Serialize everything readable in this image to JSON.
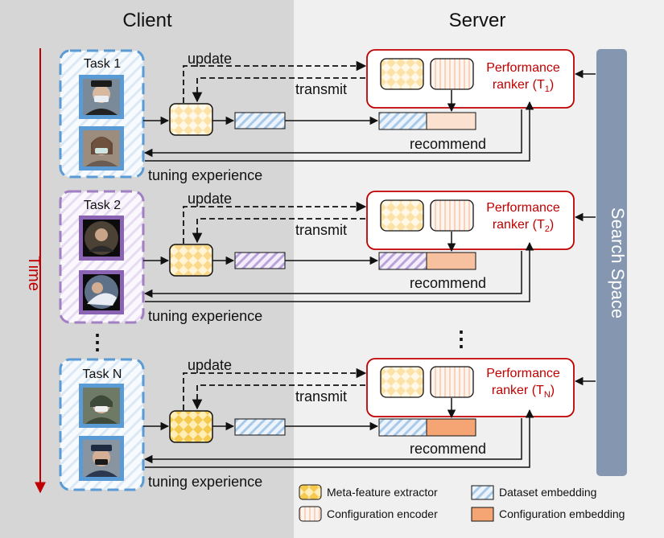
{
  "panels": {
    "client_title": "Client",
    "server_title": "Server"
  },
  "time_label": "Time",
  "search_space_label": "Search Space",
  "tasks": [
    {
      "task_label": "Task 1",
      "update_label": "update",
      "transmit_label": "transmit",
      "recommend_label": "recommend",
      "tuning_label": "tuning experience",
      "ranker_line1": "Performance",
      "ranker_line2": "ranker (T",
      "ranker_sub": "1",
      "ranker_close": ")",
      "photo1_icon": "masked-person-photo-icon",
      "photo2_icon": "masked-person-photo-icon"
    },
    {
      "task_label": "Task 2",
      "update_label": "update",
      "transmit_label": "transmit",
      "recommend_label": "recommend",
      "tuning_label": "tuning experience",
      "ranker_line1": "Performance",
      "ranker_line2": "ranker (T",
      "ranker_sub": "2",
      "ranker_close": ")",
      "photo1_icon": "fisheye-person-photo-icon",
      "photo2_icon": "fisheye-person-photo-icon"
    },
    {
      "task_label": "Task N",
      "update_label": "update",
      "transmit_label": "transmit",
      "recommend_label": "recommend",
      "tuning_label": "tuning experience",
      "ranker_line1": "Performance",
      "ranker_line2": "ranker (T",
      "ranker_sub": "N",
      "ranker_close": ")",
      "photo1_icon": "masked-person-photo-icon",
      "photo2_icon": "masked-person-photo-icon"
    }
  ],
  "ellipsis": "⋮",
  "legend": {
    "meta_feature_extractor": "Meta-feature extractor",
    "dataset_embedding": "Dataset embedding",
    "configuration_encoder": "Configuration encoder",
    "configuration_embedding": "Configuration embedding"
  },
  "colors": {
    "client_bg": "#d6d6d6",
    "server_bg": "#f0f0f0",
    "time_red": "#c00000",
    "ranker_red": "#c00000",
    "search_space_bar": "#8496b0",
    "task_blue_border": "#5b9bd5",
    "task_purple_border": "#a17fc3",
    "config_embedding_orange": "#f4b183",
    "meta_yellow": "#fde9a9"
  }
}
